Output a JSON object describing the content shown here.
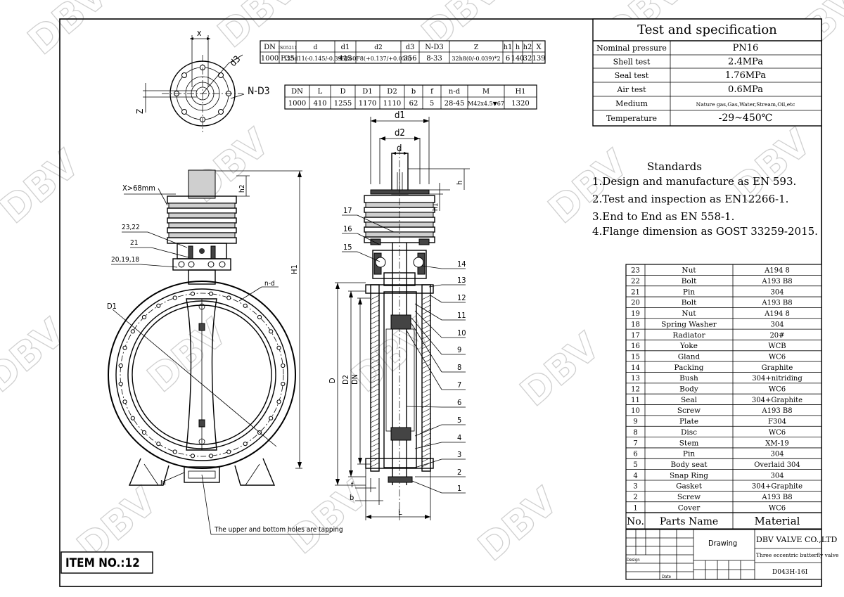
{
  "watermark": "DBV",
  "item_no": "ITEM NO.:12",
  "test_spec": {
    "title": "Test and specification",
    "rows": [
      {
        "label": "Nominal pressure",
        "value": "PN16"
      },
      {
        "label": "Shell test",
        "value": "2.4MPa"
      },
      {
        "label": "Seal test",
        "value": "1.76MPa"
      },
      {
        "label": "Air test",
        "value": "0.6MPa"
      },
      {
        "label": "Medium",
        "value": "Nature gas,Gas,Water,Stream,Oil,etc"
      },
      {
        "label": "Temperature",
        "value": "-29~450℃"
      }
    ]
  },
  "standards": {
    "title": "Standards",
    "items": [
      "1.Design and manufacture as EN 593.",
      "2.Test and inspection as EN12266-1.",
      "3.End to End as EN 558-1.",
      "4.Flange dimension as GOST 33259-2015."
    ]
  },
  "dim_table_top": {
    "headers": [
      "DN",
      "ISO5211",
      "d",
      "d1",
      "d2",
      "d3",
      "N-D3",
      "Z",
      "h1",
      "h",
      "h2",
      "X"
    ],
    "row": [
      "1000",
      "F35",
      "125d11(-0.145/-0.395)",
      "415",
      "260F8(+0.137/+0.056)",
      "356",
      "8-33",
      "32h8(0/-0.039)*2",
      "6",
      "140",
      "32",
      "139"
    ]
  },
  "dim_table_mid": {
    "headers": [
      "DN",
      "L",
      "D",
      "D1",
      "D2",
      "b",
      "f",
      "n-d",
      "M",
      "H1"
    ],
    "row": [
      "1000",
      "410",
      "1255",
      "1170",
      "1110",
      "62",
      "5",
      "28-45",
      "M42x4.5▼67",
      "1320"
    ]
  },
  "parts": {
    "header": {
      "no": "No.",
      "name": "Parts Name",
      "material": "Material"
    },
    "rows": [
      {
        "no": "23",
        "name": "Nut",
        "material": "A194 8"
      },
      {
        "no": "22",
        "name": "Bolt",
        "material": "A193 B8"
      },
      {
        "no": "21",
        "name": "Pin",
        "material": "304"
      },
      {
        "no": "20",
        "name": "Bolt",
        "material": "A193 B8"
      },
      {
        "no": "19",
        "name": "Nut",
        "material": "A194 8"
      },
      {
        "no": "18",
        "name": "Spring Washer",
        "material": "304"
      },
      {
        "no": "17",
        "name": "Radiator",
        "material": "20#"
      },
      {
        "no": "16",
        "name": "Yoke",
        "material": "WCB"
      },
      {
        "no": "15",
        "name": "Gland",
        "material": "WC6"
      },
      {
        "no": "14",
        "name": "Packing",
        "material": "Graphite"
      },
      {
        "no": "13",
        "name": "Bush",
        "material": "304+nitriding"
      },
      {
        "no": "12",
        "name": "Body",
        "material": "WC6"
      },
      {
        "no": "11",
        "name": "Seal",
        "material": "304+Graphite"
      },
      {
        "no": "10",
        "name": "Screw",
        "material": "A193 B8"
      },
      {
        "no": "9",
        "name": "Plate",
        "material": "F304"
      },
      {
        "no": "8",
        "name": "Disc",
        "material": "WC6"
      },
      {
        "no": "7",
        "name": "Stem",
        "material": "XM-19"
      },
      {
        "no": "6",
        "name": "Pin",
        "material": "304"
      },
      {
        "no": "5",
        "name": "Body seat",
        "material": "Overlaid 304"
      },
      {
        "no": "4",
        "name": "Snap Ring",
        "material": "304"
      },
      {
        "no": "3",
        "name": "Gasket",
        "material": "304+Graphite"
      },
      {
        "no": "2",
        "name": "Screw",
        "material": "A193 B8"
      },
      {
        "no": "1",
        "name": "Cover",
        "material": "WC6"
      }
    ]
  },
  "title_block": {
    "drawing": "Drawing",
    "company": "DBV VALVE CO.,LTD",
    "description": "Three eccentric butterfly valve",
    "model": "D043H-16I",
    "design_label": "Design",
    "date_label": "Date"
  },
  "annotations": {
    "x": "x",
    "d3": "d3",
    "nd3": "N-D3",
    "z": "Z",
    "x68": "X>68mm",
    "h2": "h2",
    "h1_label": "H1",
    "nd": "n-d",
    "D1": "D1",
    "M": "M",
    "tapping_note": "The upper and bottom holes are tapping",
    "d1": "d1",
    "d2": "d2",
    "d": "d",
    "h": "h",
    "h1": "h1",
    "D": "D",
    "D2": "D2",
    "DN": "DN",
    "f": "f",
    "b": "b",
    "L": "L",
    "left_callouts": [
      "23,22",
      "21",
      "20,19,18"
    ],
    "side_callouts_left": [
      "17",
      "16",
      "15"
    ],
    "side_callouts_right": [
      "14",
      "13",
      "12",
      "11",
      "10",
      "9",
      "8",
      "7",
      "6",
      "5",
      "4",
      "3",
      "2",
      "1"
    ]
  }
}
